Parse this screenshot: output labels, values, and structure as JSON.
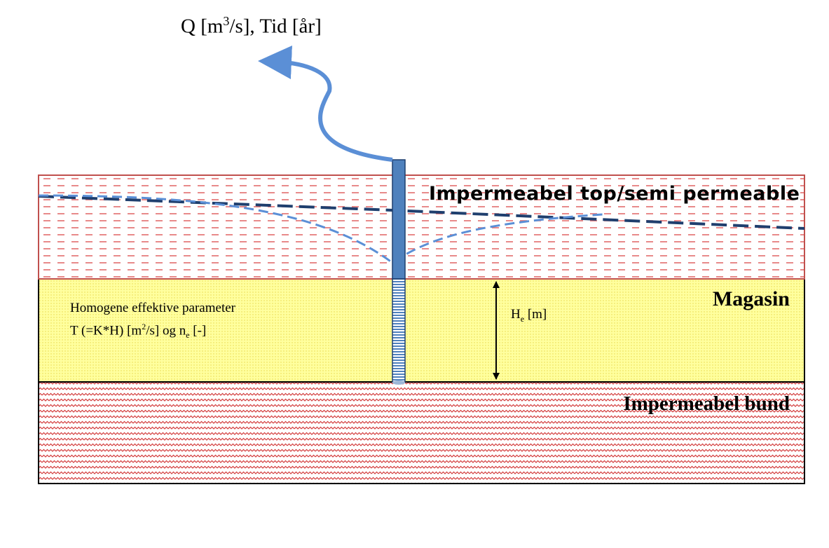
{
  "flow": {
    "q_label": "Q [m",
    "q_exp": "3",
    "q_rest": "/s], Tid [år]"
  },
  "layers": {
    "top_label": "Impermeabel top/semi permeable",
    "aquifer_label": "Magasin",
    "bottom_label": "Impermeabel bund"
  },
  "parameters": {
    "line1": "Homogene effektive parameter",
    "line2_a": "T (=K*H) [m",
    "line2_exp": "2",
    "line2_b": "/s]  og n",
    "line2_sub": "e",
    "line2_c": " [-]"
  },
  "thickness": {
    "symbol": "H",
    "sub": "e",
    "unit": " [m]"
  },
  "colors": {
    "top_layer_border": "#c0504d",
    "top_layer_dash": "#e36c6c",
    "aquifer_fill": "#ffff99",
    "bottom_layer_pattern": "#d33a3a",
    "well": "#4f81bd",
    "arrow": "#5b8fd6",
    "static_water_level": "#1f3f6e",
    "drawdown_curve": "#5b8fd6"
  }
}
